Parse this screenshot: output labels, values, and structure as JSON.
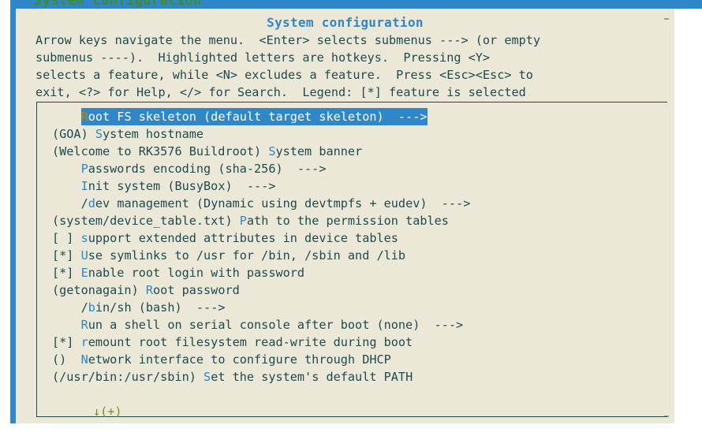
{
  "window": {
    "titlebar_text": "System configuration",
    "titlebar_color": "#2f86c8",
    "accent_color": "#2f86c8",
    "background_color": "#ece8d8",
    "text_color": "#1d4a50",
    "hotkey_color": "#2f86c8",
    "selected_hotkey_color": "#b8860b",
    "scroll_indicator_color": "#7f8c1a"
  },
  "dialog": {
    "title": "System configuration",
    "help_lines": [
      "Arrow keys navigate the menu.  <Enter> selects submenus ---> (or empty",
      "submenus ----).  Highlighted letters are hotkeys.  Pressing <Y>",
      "selects a feature, while <N> excludes a feature.  Press <Esc><Esc> to",
      "exit, <?> for Help, </> for Search.  Legend: [*] feature is selected"
    ]
  },
  "menu": {
    "scroll_indicator": "↓(+)",
    "items": [
      {
        "prefix": "    ",
        "pre_hotkey": "",
        "hotkey": "R",
        "post_hotkey": "oot FS skeleton (default target skeleton)  --->",
        "selected": true,
        "name": "root-fs-skeleton"
      },
      {
        "prefix": "",
        "pre_hotkey": "(GOA) ",
        "hotkey": "S",
        "post_hotkey": "ystem hostname",
        "selected": false,
        "name": "system-hostname"
      },
      {
        "prefix": "",
        "pre_hotkey": "(Welcome to RK3576 Buildroot) ",
        "hotkey": "S",
        "post_hotkey": "ystem banner",
        "selected": false,
        "name": "system-banner"
      },
      {
        "prefix": "    ",
        "pre_hotkey": "",
        "hotkey": "P",
        "post_hotkey": "asswords encoding (sha-256)  --->",
        "selected": false,
        "name": "passwords-encoding"
      },
      {
        "prefix": "    ",
        "pre_hotkey": "",
        "hotkey": "I",
        "post_hotkey": "nit system (BusyBox)  --->",
        "selected": false,
        "name": "init-system"
      },
      {
        "prefix": "    ",
        "pre_hotkey": "/",
        "hotkey": "d",
        "post_hotkey": "ev management (Dynamic using devtmpfs + eudev)  --->",
        "selected": false,
        "name": "dev-management"
      },
      {
        "prefix": "",
        "pre_hotkey": "(system/device_table.txt) ",
        "hotkey": "P",
        "post_hotkey": "ath to the permission tables",
        "selected": false,
        "name": "permission-tables-path"
      },
      {
        "prefix": "",
        "pre_hotkey": "[ ] ",
        "hotkey": "s",
        "post_hotkey": "upport extended attributes in device tables",
        "selected": false,
        "name": "extended-attributes"
      },
      {
        "prefix": "",
        "pre_hotkey": "[*] ",
        "hotkey": "U",
        "post_hotkey": "se symlinks to /usr for /bin, /sbin and /lib",
        "selected": false,
        "name": "usr-symlinks"
      },
      {
        "prefix": "",
        "pre_hotkey": "[*] ",
        "hotkey": "E",
        "post_hotkey": "nable root login with password",
        "selected": false,
        "name": "root-login-password"
      },
      {
        "prefix": "",
        "pre_hotkey": "(getonagain) ",
        "hotkey": "R",
        "post_hotkey": "oot password",
        "selected": false,
        "name": "root-password"
      },
      {
        "prefix": "    ",
        "pre_hotkey": "/",
        "hotkey": "b",
        "post_hotkey": "in/sh (bash)  --->",
        "selected": false,
        "name": "bin-sh"
      },
      {
        "prefix": "    ",
        "pre_hotkey": "",
        "hotkey": "R",
        "post_hotkey": "un a shell on serial console after boot (none)  --->",
        "selected": false,
        "name": "serial-console-shell"
      },
      {
        "prefix": "",
        "pre_hotkey": "[*] ",
        "hotkey": "r",
        "post_hotkey": "emount root filesystem read-write during boot",
        "selected": false,
        "name": "remount-root-rw"
      },
      {
        "prefix": "",
        "pre_hotkey": "()  ",
        "hotkey": "N",
        "post_hotkey": "etwork interface to configure through DHCP",
        "selected": false,
        "name": "dhcp-interface"
      },
      {
        "prefix": "",
        "pre_hotkey": "(/usr/bin:/usr/sbin) ",
        "hotkey": "S",
        "post_hotkey": "et the system's default PATH",
        "selected": false,
        "name": "default-path"
      }
    ]
  }
}
